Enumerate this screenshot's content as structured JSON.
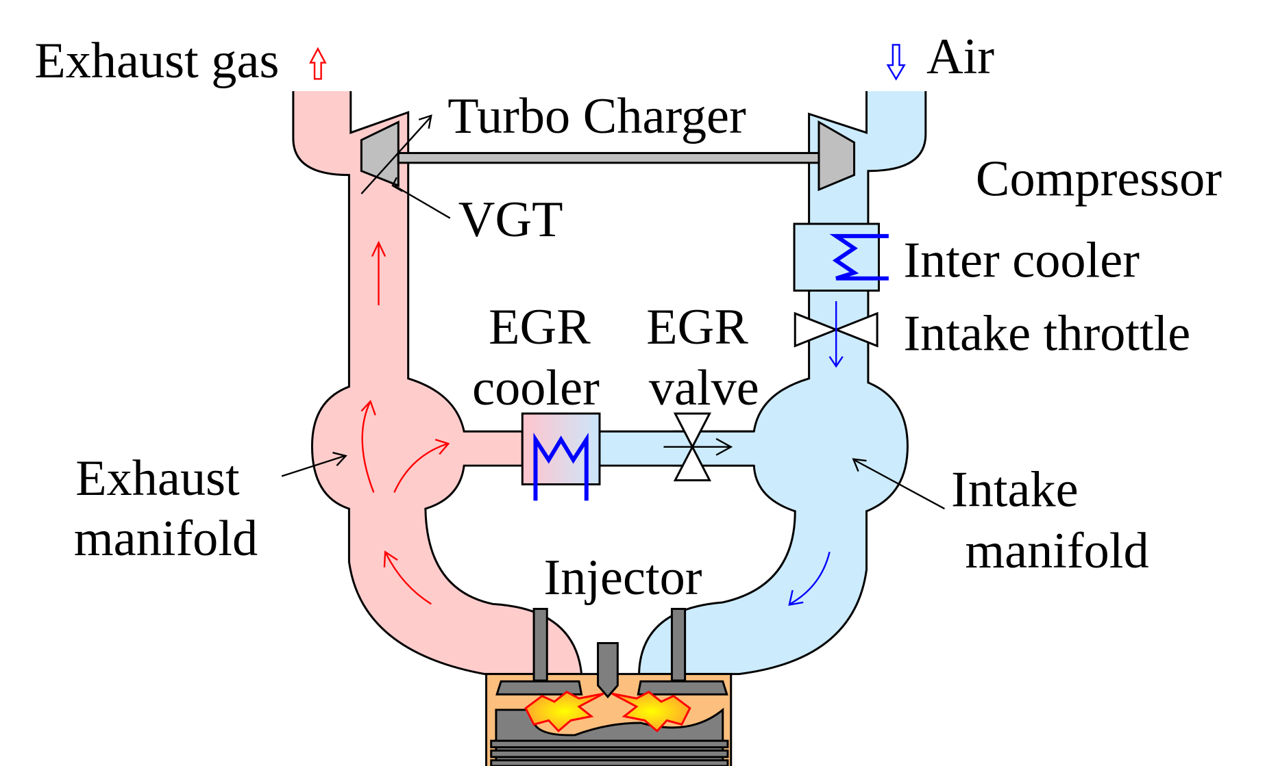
{
  "labels": {
    "exhaust_gas": "Exhaust gas",
    "air": "Air",
    "turbo_charger": "Turbo Charger",
    "compressor": "Compressor",
    "vgt": "VGT",
    "inter_cooler": "Inter cooler",
    "intake_throttle": "Intake throttle",
    "egr_cooler_1": "EGR",
    "egr_cooler_2": "cooler",
    "egr_valve_1": "EGR",
    "egr_valve_2": "valve",
    "exhaust_manifold_1": "Exhaust",
    "exhaust_manifold_2": "manifold",
    "intake_manifold_1": "Intake",
    "intake_manifold_2": "manifold",
    "injector": "Injector"
  },
  "colors": {
    "exhaust": "#FFCCCC",
    "intake": "#CCEBFC",
    "exhaust_arrow": "#FF0000",
    "intake_arrow": "#0000FF",
    "cylinder": "#FDBF7E",
    "metal": "#7F7F7F",
    "turbo": "#BFBFBF"
  }
}
